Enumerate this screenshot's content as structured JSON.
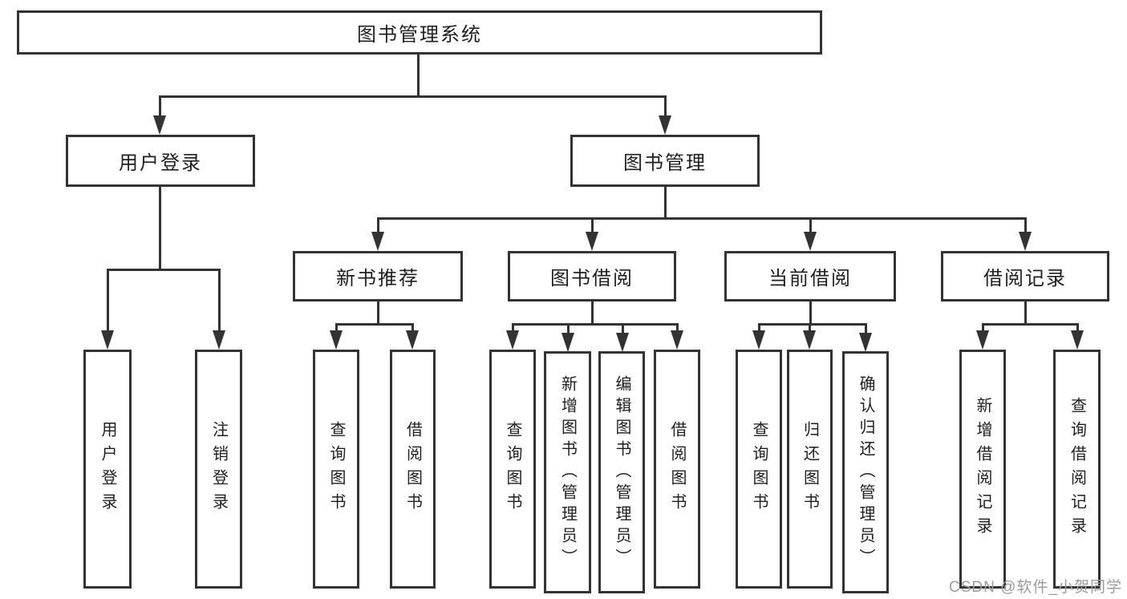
{
  "diagram": {
    "root": {
      "label": "图书管理系统"
    },
    "level2": [
      {
        "label": "用户登录"
      },
      {
        "label": "图书管理"
      }
    ],
    "level3": [
      {
        "label": "新书推荐"
      },
      {
        "label": "图书借阅"
      },
      {
        "label": "当前借阅"
      },
      {
        "label": "借阅记录"
      }
    ],
    "leaves": [
      {
        "label": "用户登录"
      },
      {
        "label": "注销登录"
      },
      {
        "label": "查询图书"
      },
      {
        "label": "借阅图书"
      },
      {
        "label": "查询图书"
      },
      {
        "label": "新增图书（管理员）"
      },
      {
        "label": "编辑图书（管理员）"
      },
      {
        "label": "借阅图书"
      },
      {
        "label": "查询图书"
      },
      {
        "label": "归还图书"
      },
      {
        "label": "确认归还（管理员）"
      },
      {
        "label": "新增借阅记录"
      },
      {
        "label": "查询借阅记录"
      }
    ],
    "watermark": "CSDN @软件_小贺同学",
    "colors": {
      "line": "#333333",
      "text": "#1f1f1f",
      "box_background": "#ffffff",
      "watermark": "#9c9c9c"
    }
  }
}
